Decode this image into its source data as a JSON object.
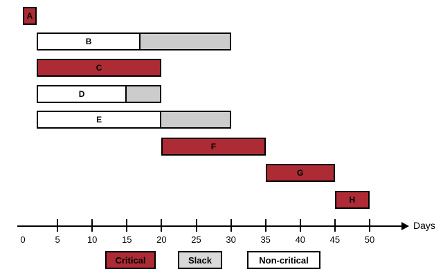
{
  "chart_data": {
    "type": "bar",
    "title": "",
    "xlabel": "Days",
    "ylabel": "",
    "xlim": [
      0,
      52
    ],
    "grid": false,
    "orientation": "horizontal",
    "legend_position": "bottom",
    "x_ticks": [
      0,
      5,
      10,
      15,
      20,
      25,
      30,
      35,
      40,
      45,
      50
    ],
    "x_tick_labels": [
      "0",
      "5",
      "10",
      "15",
      "20",
      "25",
      "30",
      "35",
      "40",
      "45",
      "50"
    ],
    "categories": [
      "A",
      "B",
      "C",
      "D",
      "E",
      "F",
      "G",
      "H"
    ],
    "series": [
      {
        "name": "Critical",
        "color": "#ad2b35",
        "values": [
          {
            "task": "A",
            "start": 0,
            "end": 2,
            "type": "critical"
          },
          {
            "task": "C",
            "start": 2,
            "end": 20,
            "type": "critical"
          },
          {
            "task": "F",
            "start": 20,
            "end": 35,
            "type": "critical"
          },
          {
            "task": "G",
            "start": 35,
            "end": 45,
            "type": "critical"
          },
          {
            "task": "H",
            "start": 45,
            "end": 50,
            "type": "critical"
          }
        ]
      },
      {
        "name": "Non-critical",
        "color": "#ffffff",
        "values": [
          {
            "task": "B",
            "start": 2,
            "end": 17,
            "type": "non-critical"
          },
          {
            "task": "D",
            "start": 2,
            "end": 15,
            "type": "non-critical"
          },
          {
            "task": "E",
            "start": 2,
            "end": 20,
            "type": "non-critical"
          }
        ]
      },
      {
        "name": "Slack",
        "color": "#cccccc",
        "values": [
          {
            "task": "B",
            "start": 17,
            "end": 30,
            "type": "slack"
          },
          {
            "task": "D",
            "start": 15,
            "end": 20,
            "type": "slack"
          },
          {
            "task": "E",
            "start": 20,
            "end": 30,
            "type": "slack"
          }
        ]
      }
    ],
    "tasks": [
      {
        "label": "A",
        "segments": [
          {
            "type": "critical",
            "start": 0,
            "end": 2
          }
        ]
      },
      {
        "label": "B",
        "segments": [
          {
            "type": "non-critical",
            "start": 2,
            "end": 17
          },
          {
            "type": "slack",
            "start": 17,
            "end": 30
          }
        ]
      },
      {
        "label": "C",
        "segments": [
          {
            "type": "critical",
            "start": 2,
            "end": 20
          }
        ]
      },
      {
        "label": "D",
        "segments": [
          {
            "type": "non-critical",
            "start": 2,
            "end": 15
          },
          {
            "type": "slack",
            "start": 15,
            "end": 20
          }
        ]
      },
      {
        "label": "E",
        "segments": [
          {
            "type": "non-critical",
            "start": 2,
            "end": 20
          },
          {
            "type": "slack",
            "start": 20,
            "end": 30
          }
        ]
      },
      {
        "label": "F",
        "segments": [
          {
            "type": "critical",
            "start": 20,
            "end": 35
          }
        ]
      },
      {
        "label": "G",
        "segments": [
          {
            "type": "critical",
            "start": 35,
            "end": 45
          }
        ]
      },
      {
        "label": "H",
        "segments": [
          {
            "type": "critical",
            "start": 45,
            "end": 50
          }
        ]
      }
    ]
  },
  "axis": {
    "title": "Days",
    "arrow_icon": "arrow-right-icon",
    "tick_labels": [
      "0",
      "5",
      "10",
      "15",
      "20",
      "25",
      "30",
      "35",
      "40",
      "45",
      "50"
    ]
  },
  "legend": {
    "items": [
      {
        "label": "Critical",
        "fill": "#ad2b35",
        "key": "critical"
      },
      {
        "label": "Slack",
        "fill": "#d9d9d9",
        "key": "slack"
      },
      {
        "label": "Non-critical",
        "fill": "#ffffff",
        "key": "non-critical"
      }
    ]
  },
  "colors": {
    "critical": "#ad2b35",
    "slack": "#cccccc",
    "legend_slack": "#d9d9d9",
    "non_critical": "#ffffff",
    "outline": "#000000",
    "background": "#ffffff"
  },
  "task_labels": [
    "A",
    "B",
    "C",
    "D",
    "E",
    "F",
    "G",
    "H"
  ]
}
